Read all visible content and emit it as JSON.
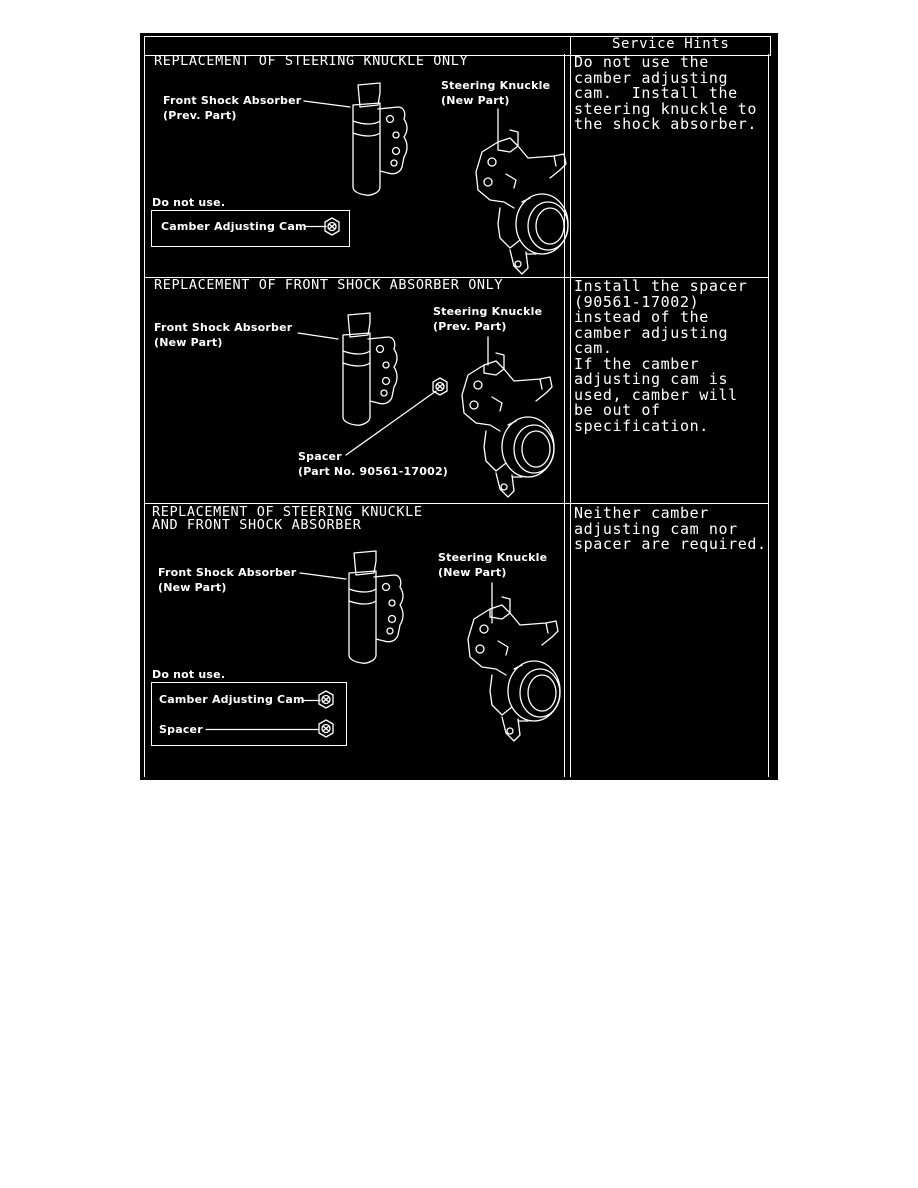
{
  "header": {
    "service_hints_title": "Service Hints"
  },
  "rows": [
    {
      "heading": "REPLACEMENT OF STEERING KNUCKLE ONLY",
      "shock_label": "Front Shock Absorber\n(Prev. Part)",
      "knuckle_label": "Steering Knuckle\n(New Part)",
      "do_not_use": "Do not use.",
      "cam_label": "Camber Adjusting Cam",
      "hint": "Do not use the\ncamber adjusting\ncam.  Install the\nsteering knuckle to\nthe shock absorber."
    },
    {
      "heading": "REPLACEMENT OF FRONT SHOCK ABSORBER ONLY",
      "shock_label": "Front Shock Absorber\n(New Part)",
      "knuckle_label": "Steering Knuckle\n(Prev. Part)",
      "spacer_label": "Spacer\n(Part No. 90561-17002)",
      "hint": "Install the spacer\n(90561-17002)\ninstead of the\ncamber adjusting\ncam.\nIf the camber\nadjusting cam is\nused, camber will\nbe out of\nspecification."
    },
    {
      "heading": "REPLACEMENT OF STEERING KNUCKLE\nAND FRONT SHOCK ABSORBER",
      "shock_label": "Front Shock Absorber\n(New Part)",
      "knuckle_label": "Steering Knuckle\n(New Part)",
      "do_not_use": "Do not use.",
      "cam_label": "Camber Adjusting Cam",
      "spacer_label": "Spacer",
      "hint": "Neither camber\nadjusting cam nor\nspacer are required."
    }
  ]
}
